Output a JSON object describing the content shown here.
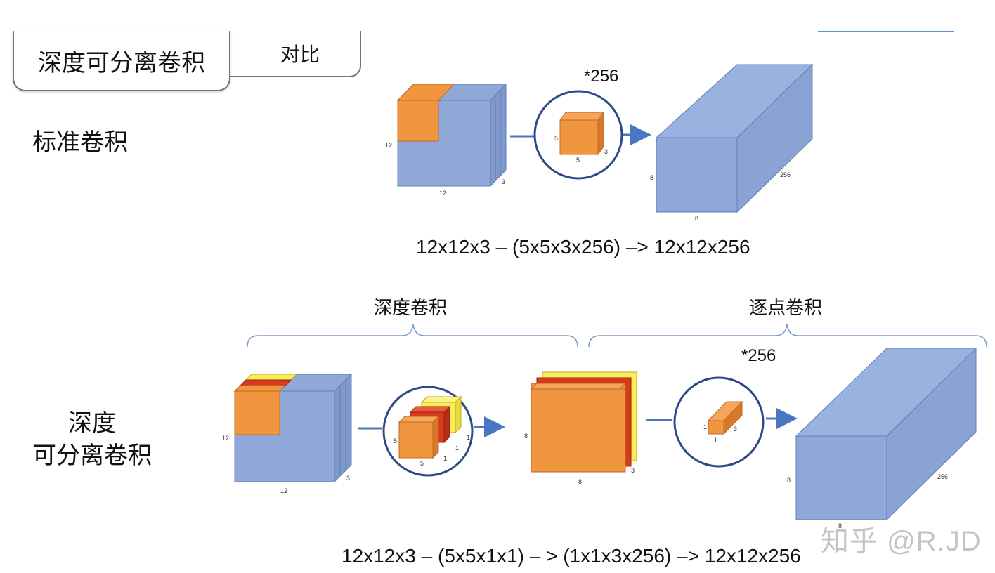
{
  "tabs": [
    {
      "label": "深度可分离卷积",
      "active": true
    },
    {
      "label": "对比",
      "active": false
    }
  ],
  "standard": {
    "row_label": "标准卷积",
    "input_dims": {
      "h": "12",
      "w": "12",
      "d": "3"
    },
    "kernel_dims": {
      "h": "5",
      "w": "5",
      "d": "3"
    },
    "multiplier": "*256",
    "output_dims": {
      "h": "8",
      "w": "8",
      "d": "256"
    },
    "formula": "12x12x3  –  (5x5x3x256) –> 12x12x256"
  },
  "separable": {
    "row_label_line1": "深度",
    "row_label_line2": "可分离卷积",
    "depthwise_title": "深度卷积",
    "pointwise_title": "逐点卷积",
    "input_dims": {
      "h": "12",
      "w": "12",
      "d": "3"
    },
    "dw_kernel_dims": {
      "h": "5",
      "w": "5",
      "d": "1",
      "d2": "1",
      "d3": "1"
    },
    "dw_output_dims": {
      "h": "8",
      "w": "8",
      "d": "3"
    },
    "pw_kernel_dims": {
      "h": "1",
      "w": "1",
      "d": "3"
    },
    "multiplier": "*256",
    "output_dims": {
      "h": "8",
      "w": "8",
      "d": "256"
    },
    "formula": "12x12x3 – (5x5x1x1) – > (1x1x3x256) –> 12x12x256"
  },
  "watermark": "知乎 @R.JD",
  "colors": {
    "cube_blue": "#8fa8d8",
    "cube_blue_edge": "#5f7fb8",
    "kernel_orange": "#f0963e",
    "kernel_red": "#d83a1e",
    "kernel_yellow": "#f8ee5a",
    "arrow": "#4a76c2",
    "circle": "#2c4a8a"
  }
}
